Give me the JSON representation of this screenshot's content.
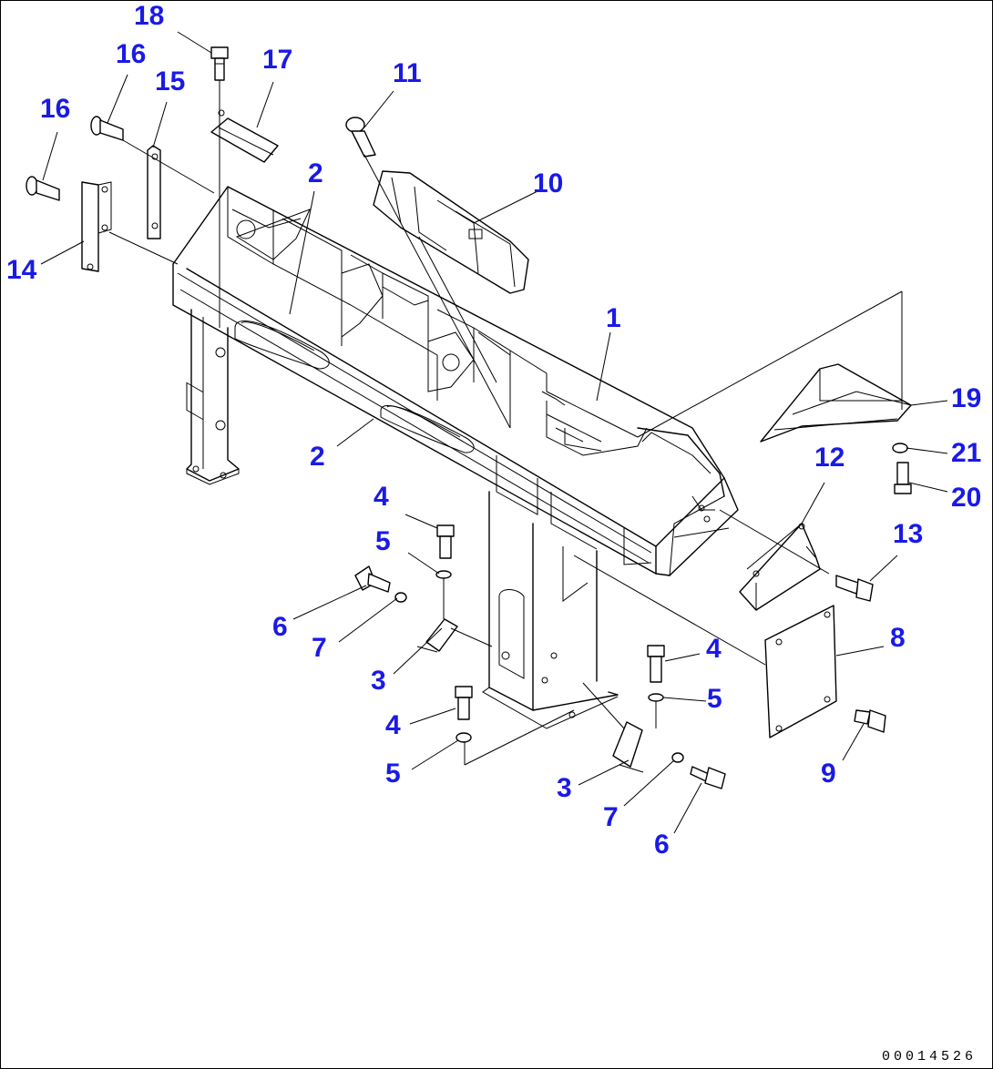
{
  "diagram": {
    "label_color": "#1a1ae6",
    "line_color": "#000000",
    "callouts": [
      {
        "id": "c18a",
        "text": "18"
      },
      {
        "id": "c16a",
        "text": "16"
      },
      {
        "id": "c17",
        "text": "17"
      },
      {
        "id": "c15",
        "text": "15"
      },
      {
        "id": "c11",
        "text": "11"
      },
      {
        "id": "c16b",
        "text": "16"
      },
      {
        "id": "c2a",
        "text": "2"
      },
      {
        "id": "c10",
        "text": "10"
      },
      {
        "id": "c14",
        "text": "14"
      },
      {
        "id": "c1",
        "text": "1"
      },
      {
        "id": "c19",
        "text": "19"
      },
      {
        "id": "c2b",
        "text": "2"
      },
      {
        "id": "c12",
        "text": "12"
      },
      {
        "id": "c21",
        "text": "21"
      },
      {
        "id": "c20",
        "text": "20"
      },
      {
        "id": "c4a",
        "text": "4"
      },
      {
        "id": "c5a",
        "text": "5"
      },
      {
        "id": "c13",
        "text": "13"
      },
      {
        "id": "c6a",
        "text": "6"
      },
      {
        "id": "c7a",
        "text": "7"
      },
      {
        "id": "c8",
        "text": "8"
      },
      {
        "id": "c4b",
        "text": "4"
      },
      {
        "id": "c3a",
        "text": "3"
      },
      {
        "id": "c5b",
        "text": "5"
      },
      {
        "id": "c4c",
        "text": "4"
      },
      {
        "id": "c5c",
        "text": "5"
      },
      {
        "id": "c9",
        "text": "9"
      },
      {
        "id": "c3b",
        "text": "3"
      },
      {
        "id": "c7b",
        "text": "7"
      },
      {
        "id": "c6b",
        "text": "6"
      }
    ],
    "drawing_number": "00014526"
  }
}
